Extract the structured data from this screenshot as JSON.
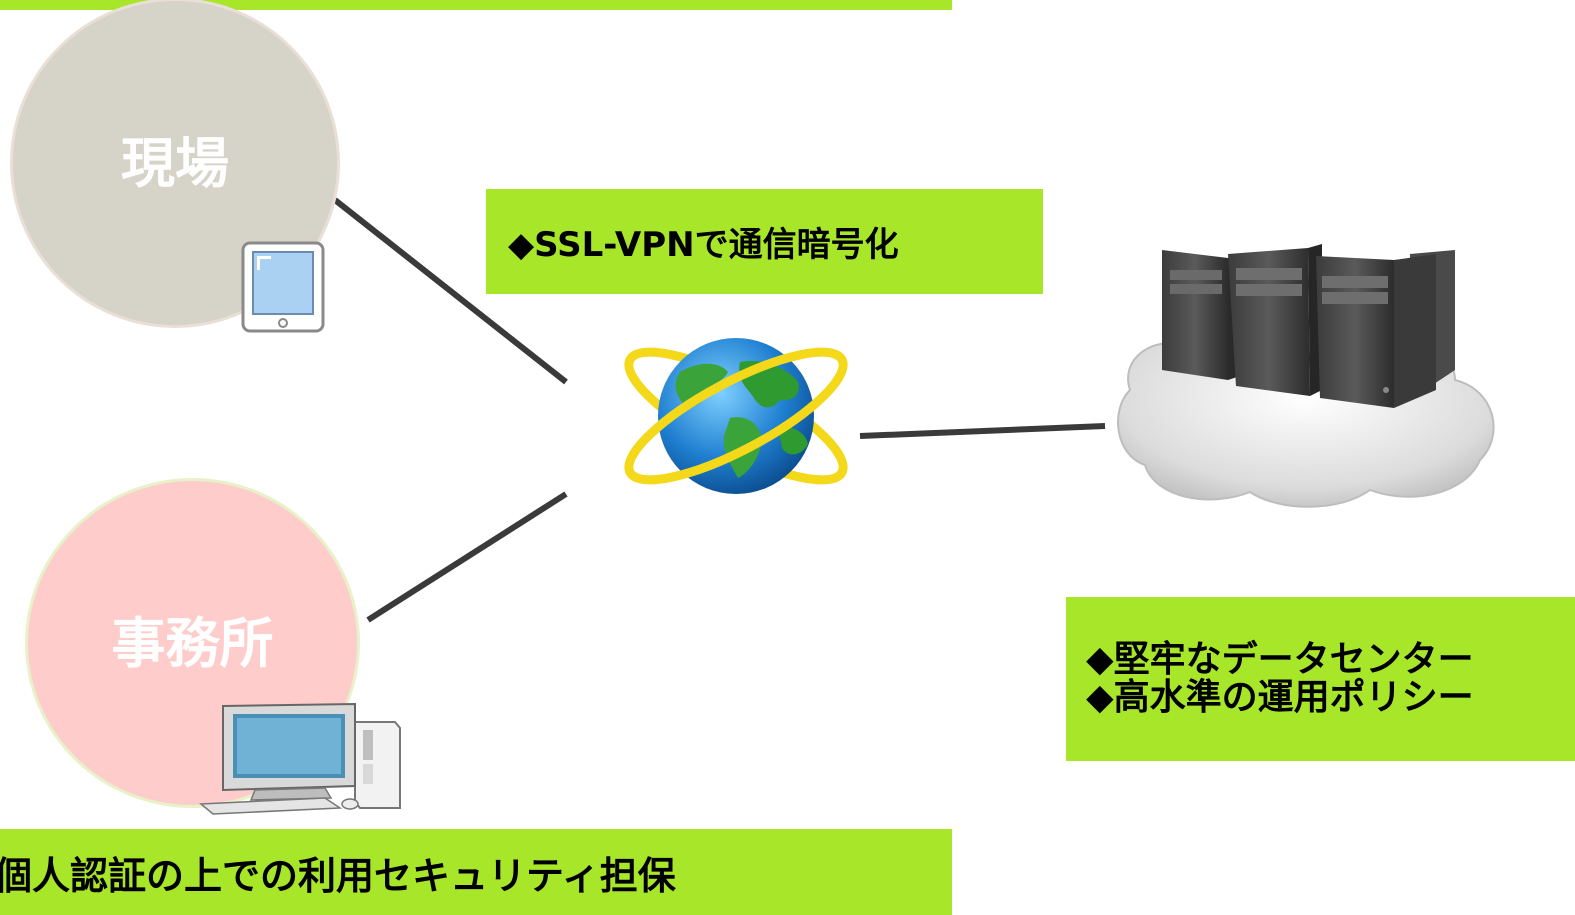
{
  "labels": {
    "site": "現場",
    "office": "事務所",
    "vpn": "◆SSL-VPNで通信暗号化",
    "datacenter_line1": "◆堅牢なデータセンター",
    "datacenter_line2": "◆高水準の運用ポリシー",
    "auth": "個人認証の上での利用セキュリティ担保"
  },
  "icons": [
    "tablet-icon",
    "desktop-pc-icon",
    "globe-icon",
    "server-cloud-icon"
  ],
  "colors": {
    "box_green": "#a8e62a",
    "site_circle": "#d6d3c8",
    "office_circle": "#ffcccc",
    "line": "#3a3a3a"
  }
}
